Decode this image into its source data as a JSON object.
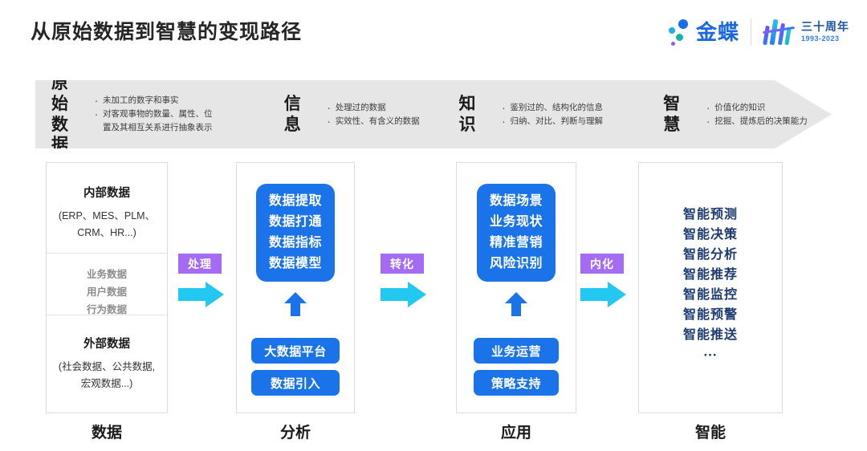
{
  "header": {
    "title": "从原始数据到智慧的变现路径",
    "brand_name": "金蝶",
    "anniversary_title": "三十周年",
    "anniversary_years": "1993-2023"
  },
  "band": {
    "segments": [
      {
        "title": "原始\n数据",
        "title_line1": "原始",
        "title_line2": "数据",
        "bullets": [
          "未加工的数字和事实",
          "对客观事物的数量、属性、位",
          "置及其相互关系进行抽象表示"
        ]
      },
      {
        "title_line1": "信",
        "title_line2": "息",
        "bullets": [
          "处理过的数据",
          "实效性、有含义的数据"
        ]
      },
      {
        "title_line1": "知",
        "title_line2": "识",
        "bullets": [
          "鉴别过的、结构化的信息",
          "归纳、对比、判断与理解"
        ]
      },
      {
        "title_line1": "智",
        "title_line2": "慧",
        "bullets": [
          "价值化的知识",
          "挖掘、提炼后的决策能力"
        ]
      }
    ]
  },
  "columns": [
    {
      "label": "数据",
      "internal_heading": "内部数据",
      "internal_sub_line1": "(ERP、MES、PLM、",
      "internal_sub_line2": "CRM、HR...)",
      "middle_items": [
        "业务数据",
        "用户数据",
        "行为数据"
      ],
      "external_heading": "外部数据",
      "external_sub_line1": "(社会数据、公共数据,",
      "external_sub_line2": "宏观数据...)"
    },
    {
      "label": "分析",
      "box_lines": [
        "数据提取",
        "数据打通",
        "数据指标",
        "数据模型"
      ],
      "pills": [
        "大数据平台",
        "数据引入"
      ]
    },
    {
      "label": "应用",
      "box_lines": [
        "数据场景",
        "业务现状",
        "精准营销",
        "风险识别"
      ],
      "pills": [
        "业务运营",
        "策略支持"
      ]
    },
    {
      "label": "智能",
      "items": [
        "智能预测",
        "智能决策",
        "智能分析",
        "智能推荐",
        "智能监控",
        "智能预警",
        "智能推送"
      ],
      "ellipsis": "···"
    }
  ],
  "connectors": [
    {
      "label": "处理"
    },
    {
      "label": "转化"
    },
    {
      "label": "内化"
    }
  ],
  "colors": {
    "blue": "#1a73e8",
    "cyan_arrow": "#22c8f0",
    "purple_tag": "#a46bf5",
    "navy": "#1b3a70",
    "band_gray": "#e6e6e6"
  }
}
